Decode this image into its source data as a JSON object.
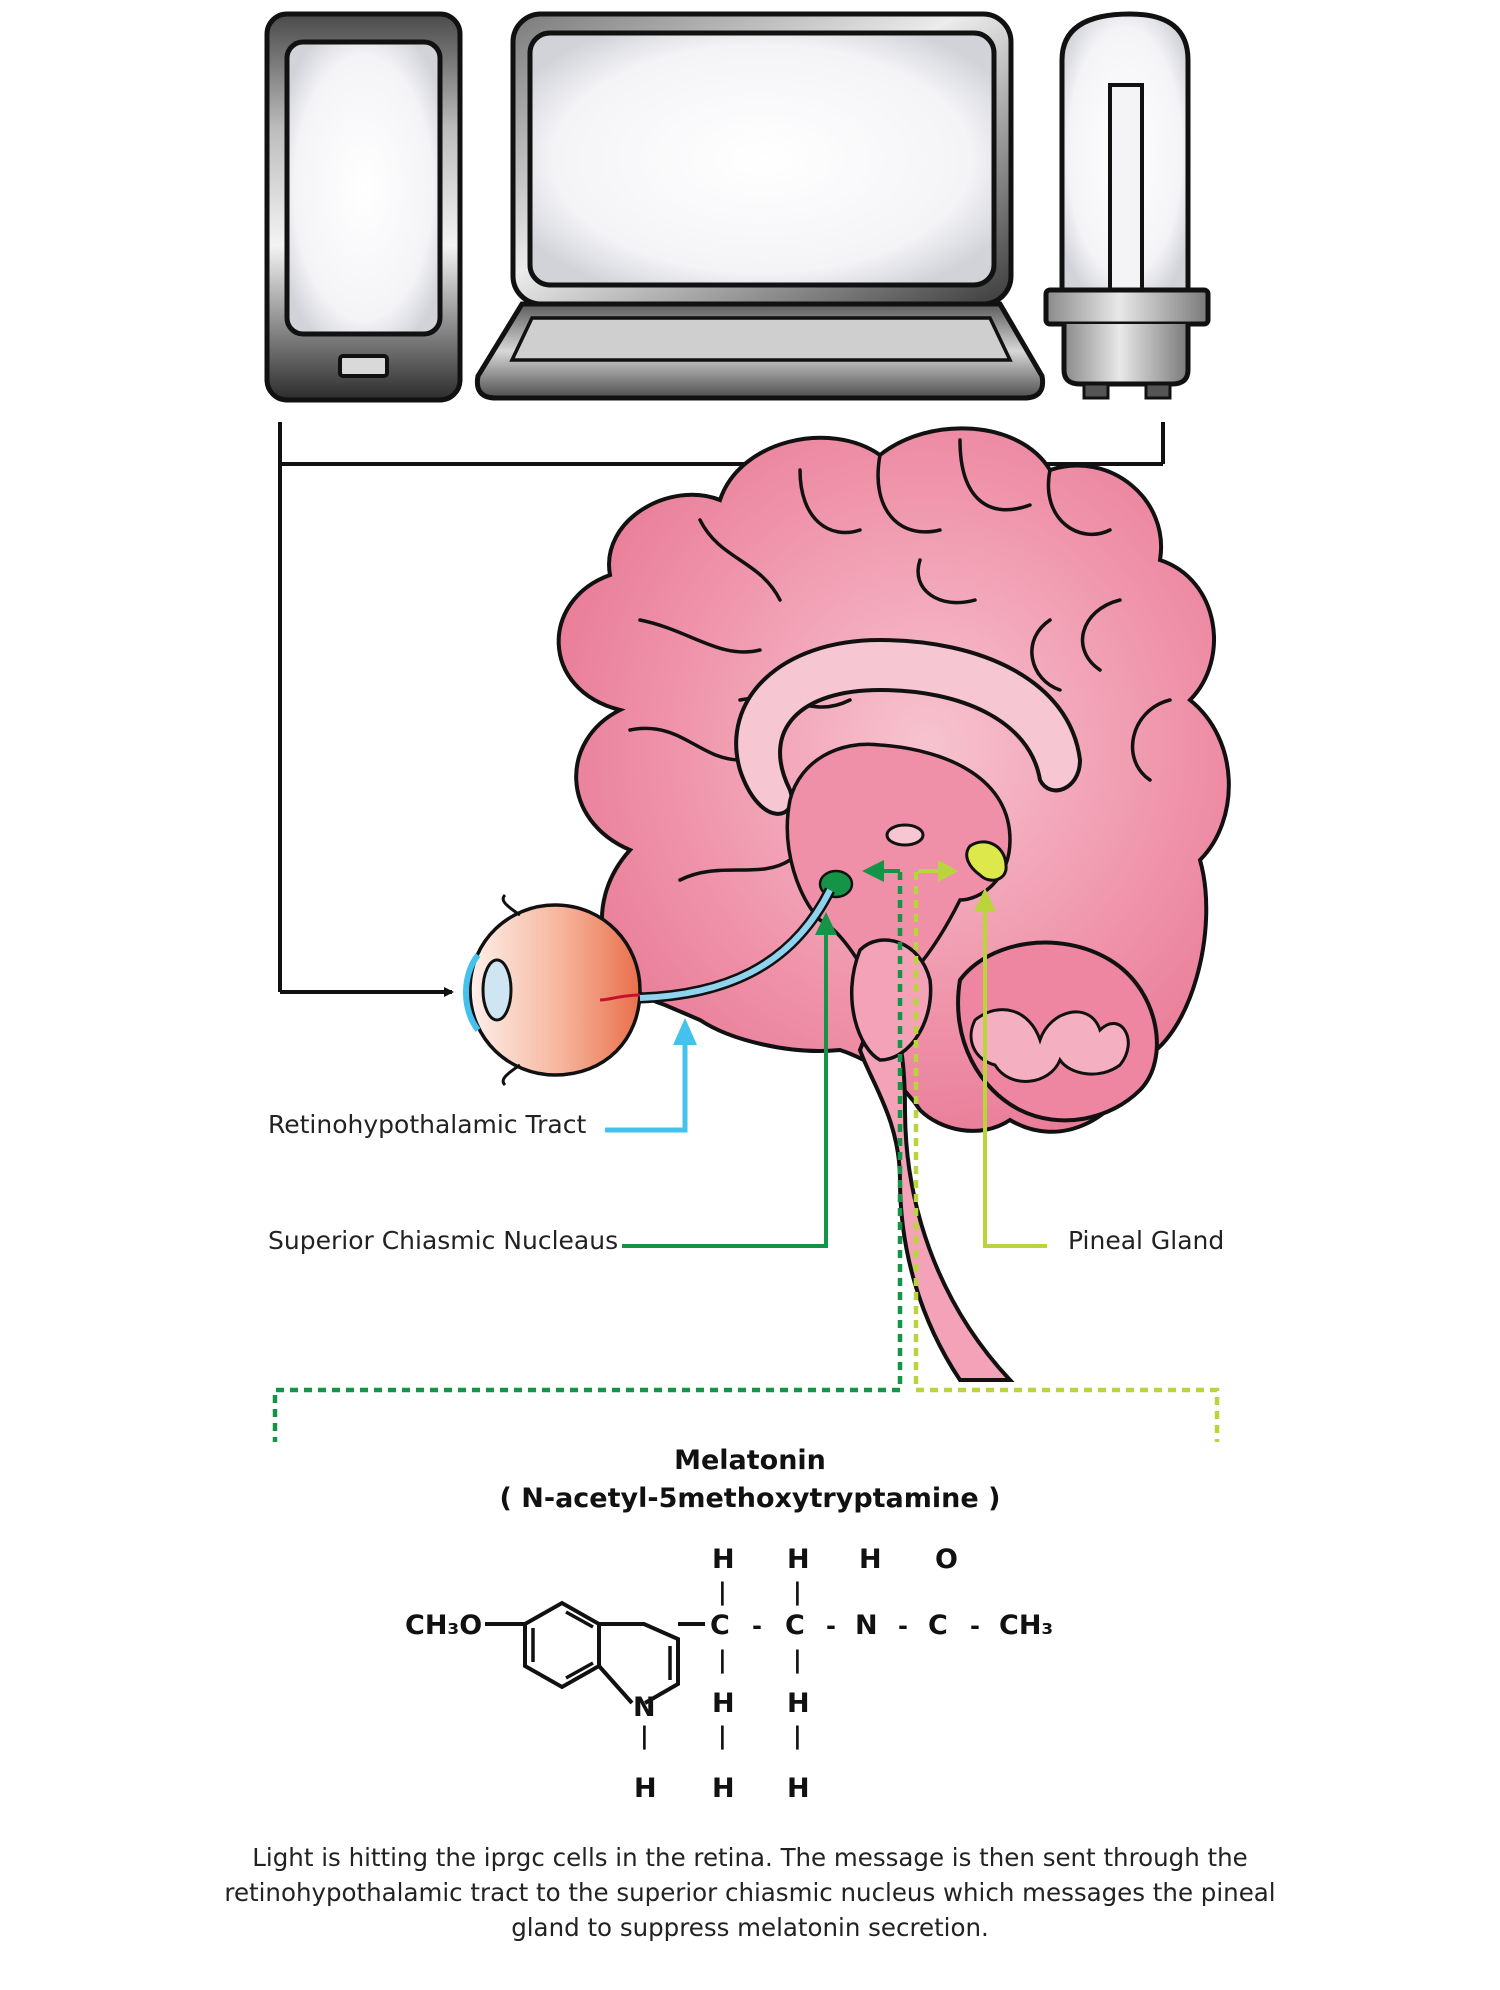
{
  "labels": {
    "retinohypothalamic_tract": "Retinohypothalamic Tract",
    "superior_chiasmic_nucleus": "Superior Chiasmic Nucleaus",
    "pineal_gland": "Pineal Gland"
  },
  "molecule": {
    "name": "Melatonin",
    "iupac": "( N-acetyl-5methoxytryptamine )",
    "methoxy_group": "CH₃O",
    "ring_nitrogen": "N",
    "ring_nitrogen_h": "H",
    "top_row": [
      "H",
      "H",
      "H",
      "O"
    ],
    "chain": [
      "C",
      "C",
      "N",
      "C",
      "CH₃"
    ],
    "bottom_row": [
      "H",
      "H"
    ],
    "lowest_row": [
      "H",
      "H"
    ]
  },
  "caption": "Light is hitting the iprgc cells in the retina. The message is then sent through the retinohypothalamic tract to the superior chiasmic nucleus which messages the pineal gland to suppress melatonin secretion.",
  "colors": {
    "brain_pink": "#EE8AA3",
    "brain_light": "#F5B6C5",
    "nerve_blue": "#45C1EE",
    "scn_green": "#159447",
    "pineal_yellow_green": "#B9D53B",
    "outline": "#111111"
  },
  "icons": [
    "smartphone-icon",
    "laptop-icon",
    "cfl-bulb-icon",
    "eye-icon",
    "brain-icon"
  ]
}
